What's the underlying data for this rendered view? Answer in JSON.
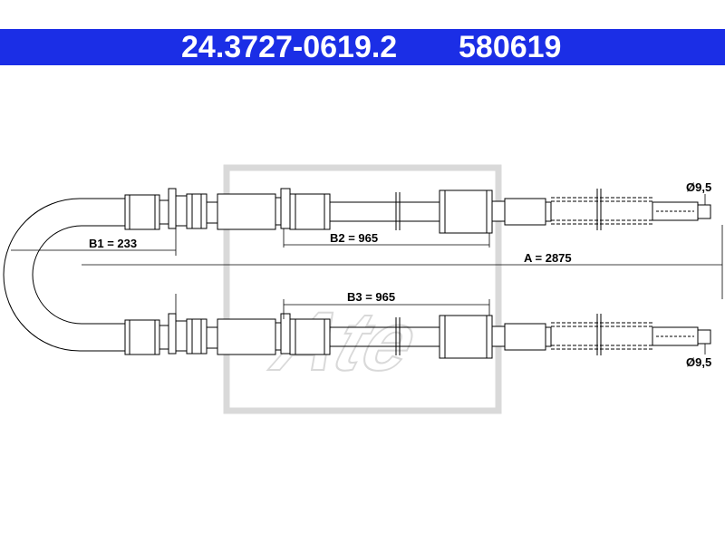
{
  "header": {
    "part_number": "24.3727-0619.2",
    "ref_number": "580619",
    "bar_color": "#1b2ee6"
  },
  "dimensions": {
    "a": "A = 2875",
    "b1": "B1 = 233",
    "b2": "B2 = 965",
    "b3": "B3 = 965",
    "diameter_top": "Ø9,5",
    "diameter_bottom": "Ø9,5"
  },
  "watermark": {
    "brand": "Ate",
    "color": "#d9d9d9"
  }
}
